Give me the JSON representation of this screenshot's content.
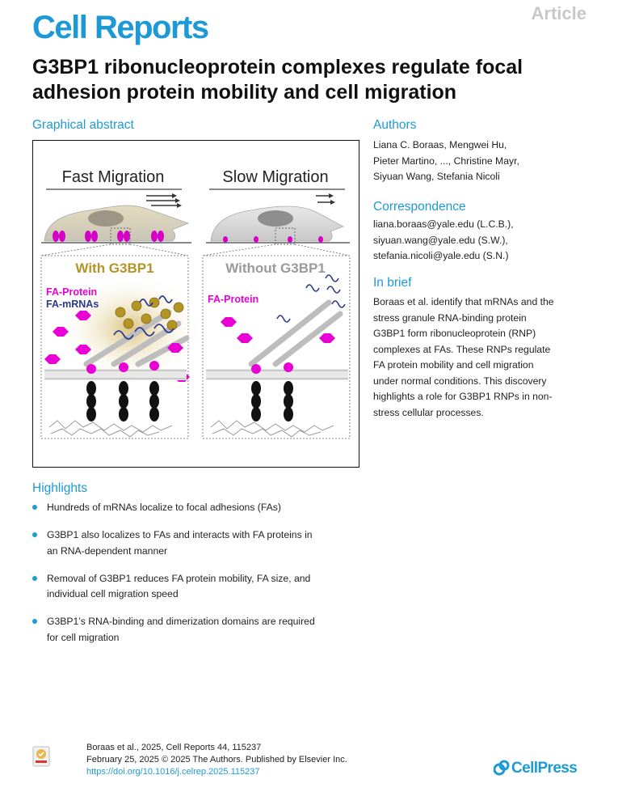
{
  "header": {
    "journal": "Cell Reports",
    "article_type": "Article"
  },
  "title": "G3BP1 ribonucleoprotein complexes regulate focal adhesion protein mobility and cell migration",
  "graphical_abstract": {
    "heading": "Graphical abstract",
    "left_panel_title": "Fast Migration",
    "right_panel_title": "Slow Migration",
    "left_condition": "With G3BP1",
    "right_condition": "Without G3BP1",
    "left_label_protein": "FA-Protein",
    "left_label_mrna": "FA-mRNAs",
    "right_label_protein": "FA-Protein",
    "colors": {
      "protein": "#e800d4",
      "mrna": "#2b3a8f",
      "g3bp1": "#b89a2a",
      "without": "#9a9a9a"
    }
  },
  "authors": {
    "heading": "Authors",
    "lines": [
      "Liana C. Boraas, Mengwei Hu,",
      "Pieter Martino, ..., Christine Mayr,",
      "Siyuan Wang, Stefania Nicoli"
    ]
  },
  "correspondence": {
    "heading": "Correspondence",
    "lines": [
      "liana.boraas@yale.edu (L.C.B.),",
      "siyuan.wang@yale.edu (S.W.),",
      "stefania.nicoli@yale.edu (S.N.)"
    ]
  },
  "in_brief": {
    "heading": "In brief",
    "lines": [
      "Boraas et al. identify that mRNAs and the",
      "stress granule RNA-binding protein",
      "G3BP1 form ribonucleoprotein (RNP)",
      "complexes at FAs. These RNPs regulate",
      "FA protein mobility and cell migration",
      "under normal conditions. This discovery",
      "highlights a role for G3BP1 RNPs in non-",
      "stress cellular processes."
    ]
  },
  "highlights": {
    "heading": "Highlights",
    "items": [
      [
        "Hundreds of mRNAs localize to focal adhesions (FAs)"
      ],
      [
        "G3BP1 also localizes to FAs and interacts with FA proteins in",
        "an RNA-dependent manner"
      ],
      [
        "Removal of G3BP1 reduces FA protein mobility, FA size, and",
        "individual cell migration speed"
      ],
      [
        "G3BP1’s RNA-binding and dimerization domains are required",
        "for cell migration"
      ]
    ]
  },
  "footer": {
    "citation": "Boraas et al., 2025, Cell Reports 44, 115237",
    "date_line": "February 25, 2025 © 2025 The Authors. Published by Elsevier Inc.",
    "doi": "https://doi.org/10.1016/j.celrep.2025.115237",
    "publisher": "CellPress"
  }
}
